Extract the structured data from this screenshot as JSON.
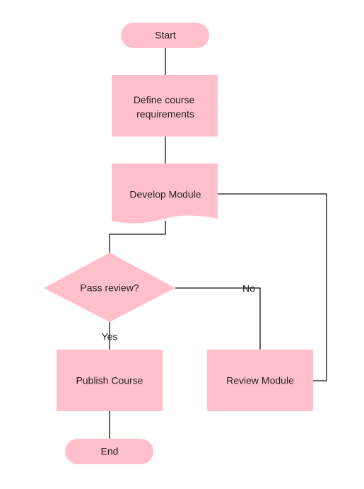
{
  "colors": {
    "node_fill": "#ffc0cb",
    "line": "#111111",
    "text": "#222222",
    "background": "#ffffff"
  },
  "nodes": {
    "start": {
      "shape": "terminator",
      "label": "Start"
    },
    "define": {
      "shape": "process",
      "label_line1": "Define course",
      "label_line2": "requirements"
    },
    "develop": {
      "shape": "document",
      "label": "Develop Module"
    },
    "decision": {
      "shape": "decision",
      "label": "Pass review?"
    },
    "publish": {
      "shape": "process",
      "label": "Publish Course"
    },
    "review": {
      "shape": "process",
      "label": "Review Module"
    },
    "end": {
      "shape": "terminator",
      "label": "End"
    }
  },
  "edges": [
    {
      "from": "start",
      "to": "define",
      "label": ""
    },
    {
      "from": "define",
      "to": "develop",
      "label": ""
    },
    {
      "from": "develop",
      "to": "decision",
      "label": ""
    },
    {
      "from": "decision",
      "to": "publish",
      "label": "Yes"
    },
    {
      "from": "decision",
      "to": "review",
      "label": "No"
    },
    {
      "from": "review",
      "to": "develop",
      "label": ""
    },
    {
      "from": "publish",
      "to": "end",
      "label": ""
    }
  ],
  "edge_labels": {
    "yes": "Yes",
    "no": "No"
  }
}
